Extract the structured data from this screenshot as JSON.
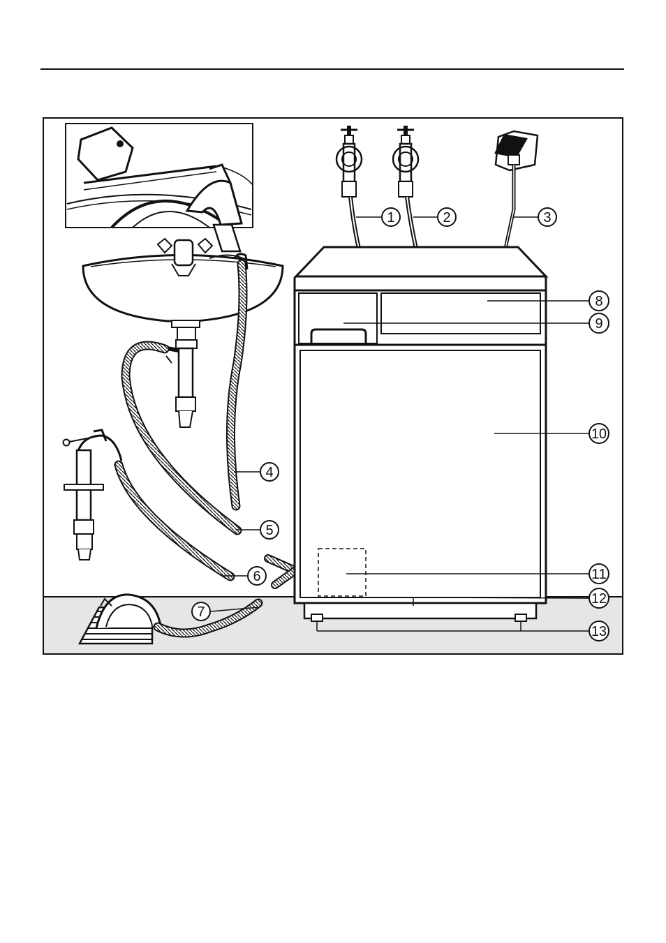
{
  "diagram": {
    "callouts": [
      "1",
      "2",
      "3",
      "4",
      "5",
      "6",
      "7",
      "8",
      "9",
      "10",
      "11",
      "12",
      "13"
    ]
  },
  "colors": {
    "line": "#111111",
    "floor": "#e6e6e6",
    "background": "#ffffff"
  }
}
